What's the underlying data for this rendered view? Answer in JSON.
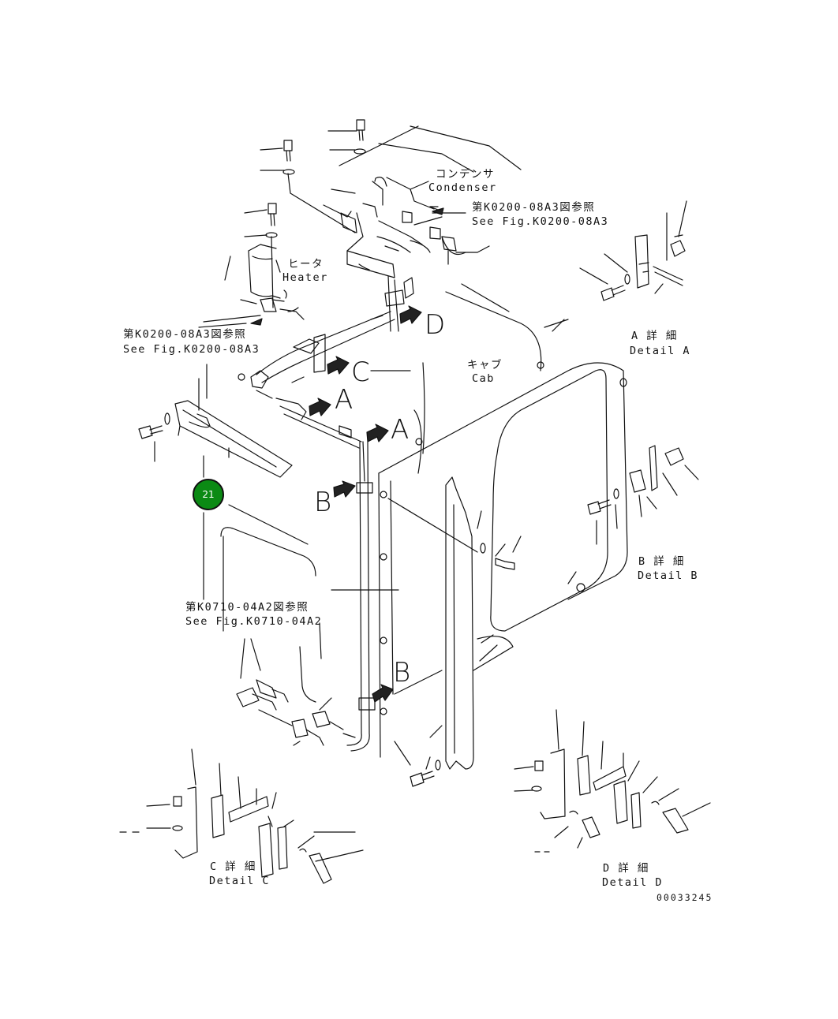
{
  "callout": {
    "number": "21",
    "color": "#0b8a14"
  },
  "labels": {
    "condenser_jp": "コンデンサ",
    "condenser_en": "Condenser",
    "heater_jp": "ヒータ",
    "heater_en": "Heater",
    "cab_jp": "キャブ",
    "cab_en": "Cab",
    "ref_k0200_top_jp": "第K0200-08A3図参照",
    "ref_k0200_top_en": "See Fig.K0200-08A3",
    "ref_k0200_left_jp": "第K0200-08A3図参照",
    "ref_k0200_left_en": "See Fig.K0200-08A3",
    "ref_k0710_jp": "第K0710-04A2図参照",
    "ref_k0710_en": "See Fig.K0710-04A2",
    "detail_a_jp": "A 詳 細",
    "detail_a_en": "Detail A",
    "detail_b_jp": "B 詳 細",
    "detail_b_en": "Detail B",
    "detail_c_jp": "C 詳 細",
    "detail_c_en": "Detail C",
    "detail_d_jp": "D 詳 細",
    "detail_d_en": "Detail D"
  },
  "view_letters": {
    "a1": "A",
    "a2": "A",
    "b1": "B",
    "b2": "B",
    "c": "C",
    "d": "D"
  },
  "drawing_number": "00033245",
  "icons": [
    "view-arrow-icon",
    "bolt-icon",
    "washer-icon",
    "clamp-icon",
    "bracket-icon"
  ]
}
